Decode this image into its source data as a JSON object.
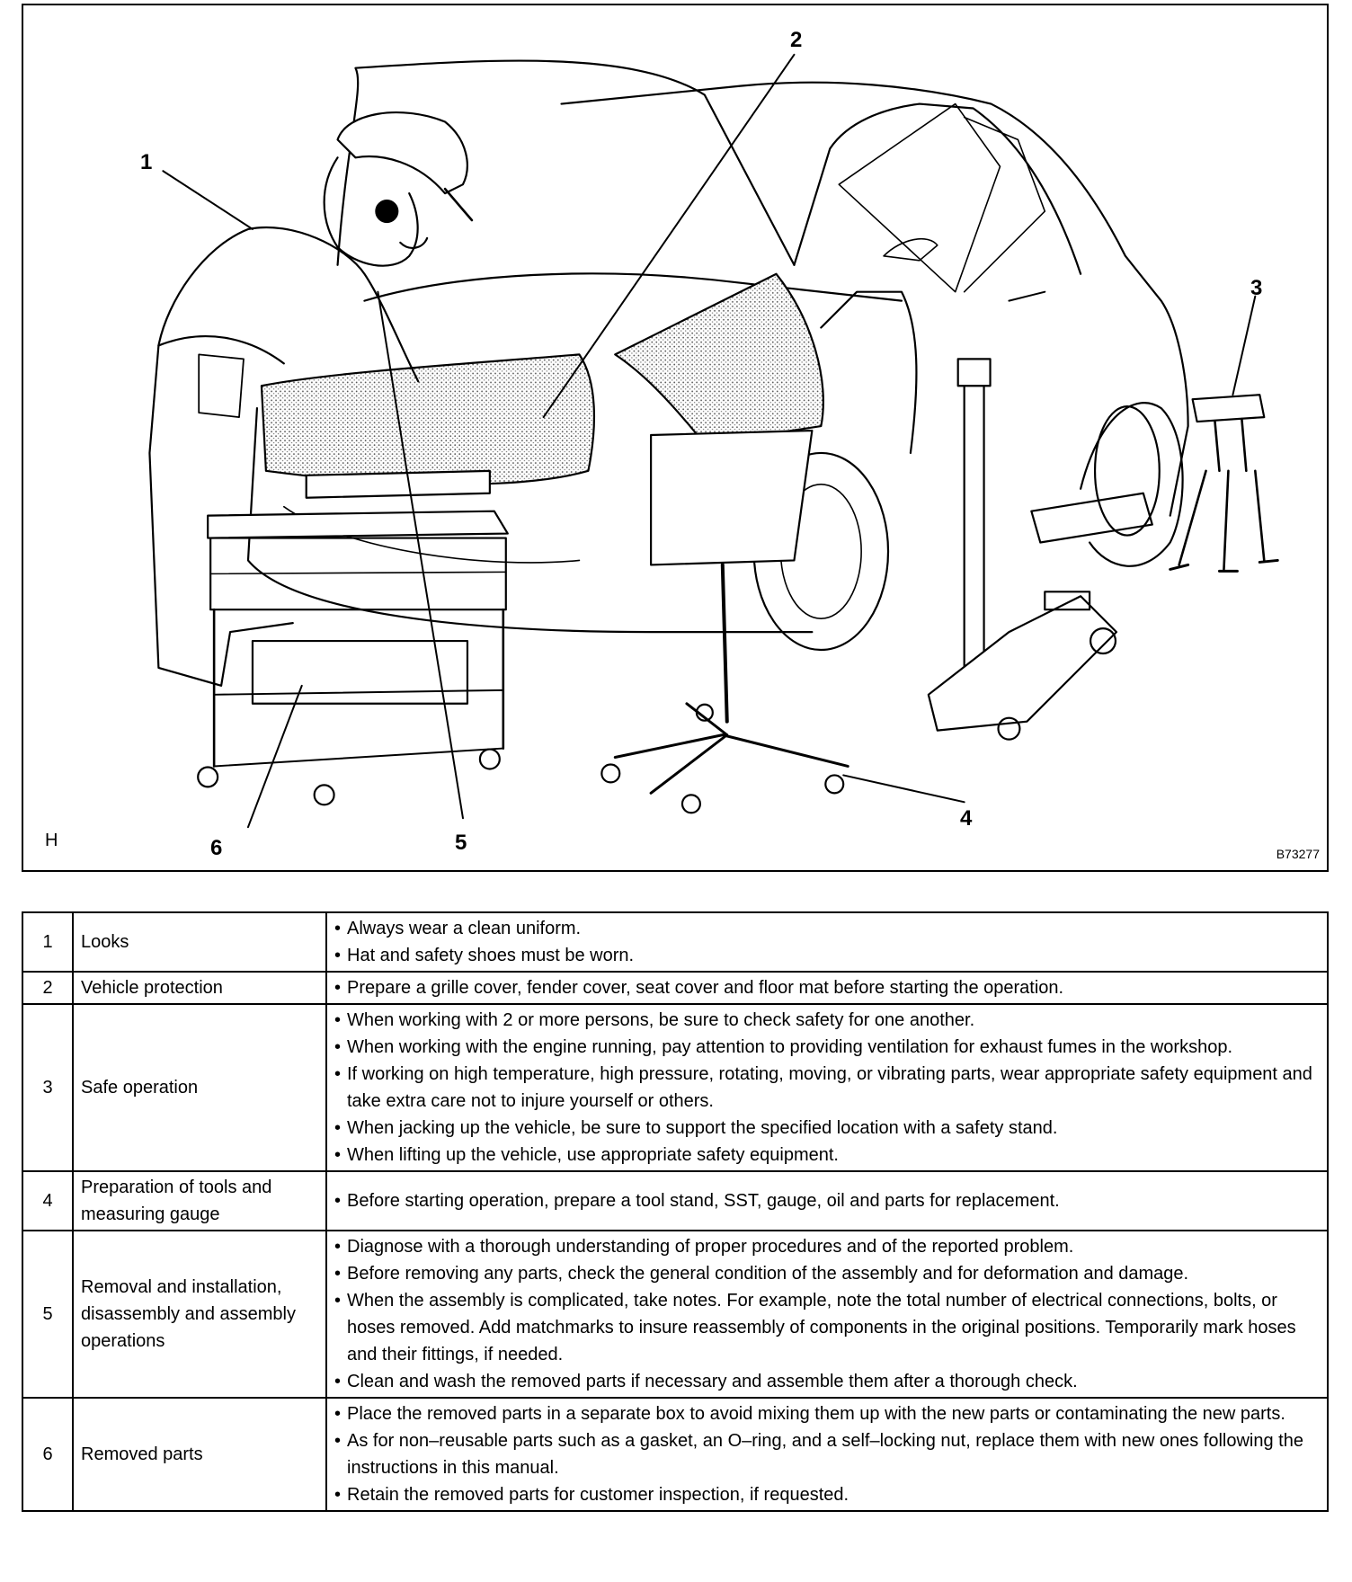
{
  "figure": {
    "callouts": [
      "1",
      "2",
      "3",
      "4",
      "5",
      "6"
    ],
    "corner_mark": "H",
    "figure_code": "B73277"
  },
  "table": {
    "rows": [
      {
        "num": "1",
        "item": "Looks",
        "bullets": [
          "Always wear a clean uniform.",
          "Hat and safety shoes must be worn."
        ]
      },
      {
        "num": "2",
        "item": "Vehicle protection",
        "bullets": [
          "Prepare a grille cover, fender cover, seat cover and floor mat before starting the operation."
        ]
      },
      {
        "num": "3",
        "item": "Safe operation",
        "bullets": [
          "When working with 2 or more persons, be sure to check safety for one another.",
          "When working with the engine running, pay attention to providing ventilation for exhaust fumes in the workshop.",
          "If working on high temperature, high pressure, rotating, moving, or vibrating parts, wear appropriate safety equipment and take extra care not to injure yourself or others.",
          "When jacking up the vehicle, be sure to support the specified location with a safety stand.",
          "When lifting up the vehicle, use appropriate safety equipment."
        ]
      },
      {
        "num": "4",
        "item": "Preparation of tools and measuring gauge",
        "bullets": [
          "Before starting operation, prepare a tool stand, SST, gauge, oil and parts for replacement."
        ]
      },
      {
        "num": "5",
        "item": "Removal and installation, disassembly and assembly operations",
        "bullets": [
          "Diagnose with a thorough understanding of proper procedures and of the reported problem.",
          "Before removing any parts, check the general condition of the assembly and for deformation and damage.",
          "When the assembly is complicated, take notes. For example, note the total number of electrical connections, bolts, or hoses removed. Add matchmarks to insure reassembly of components in the original positions. Temporarily mark hoses and their fittings, if needed.",
          "Clean and wash the removed parts if necessary and assemble them after a thorough check."
        ]
      },
      {
        "num": "6",
        "item": "Removed parts",
        "bullets": [
          "Place the removed parts in a separate box to avoid mixing them up with the new parts or contaminating the new parts.",
          "As for non–reusable parts such as a gasket, an O–ring, and a self–locking nut, replace them with new ones following the instructions in this manual.",
          "Retain the removed parts for customer inspection, if requested."
        ]
      }
    ]
  }
}
